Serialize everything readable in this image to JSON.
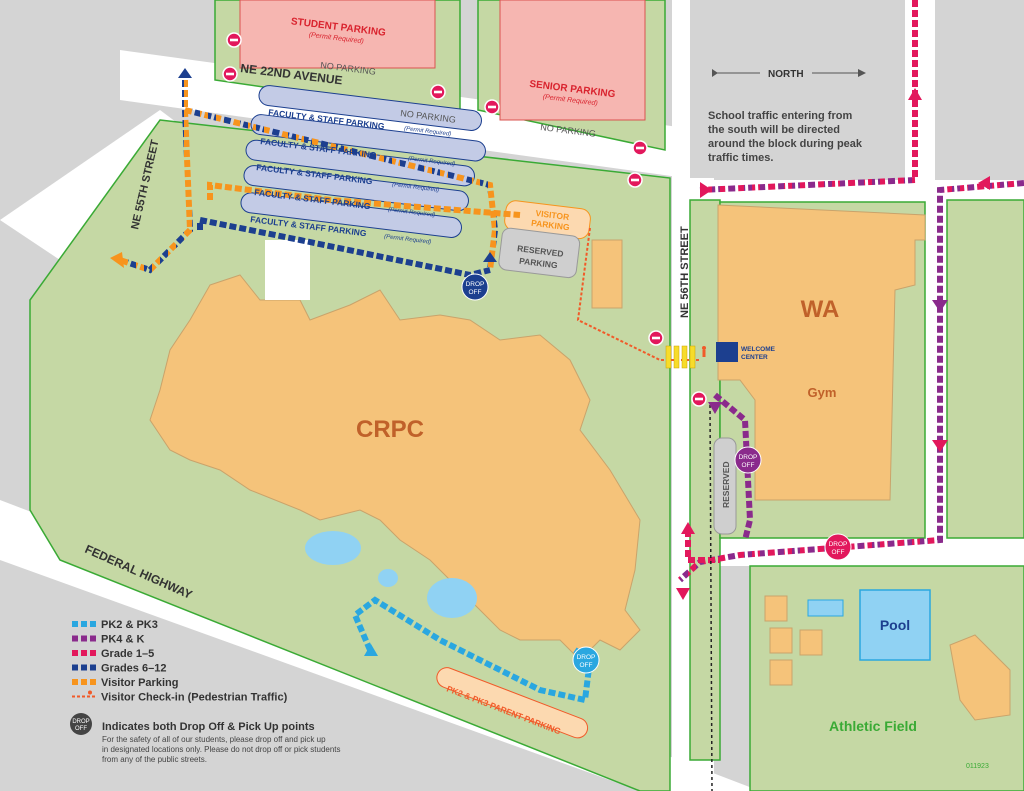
{
  "streets": {
    "ne_22nd": "NE 22ND AVENUE",
    "ne_55th": "NE 55TH STREET",
    "ne_56th": "NE 56TH STREET",
    "federal": "FEDERAL HIGHWAY"
  },
  "no_parking": "NO PARKING",
  "student_parking": {
    "title": "STUDENT PARKING",
    "sub": "(Permit Required)"
  },
  "senior_parking": {
    "title": "SENIOR PARKING",
    "sub": "(Permit Required)"
  },
  "faculty_parking": {
    "label": "FACULTY & STAFF PARKING",
    "sub": "(Permit Required)"
  },
  "visitor_parking": {
    "line1": "VISITOR",
    "line2": "PARKING"
  },
  "reserved_parking": {
    "line1": "RESERVED",
    "line2": "PARKING"
  },
  "reserved": "RESERVED",
  "drop_off": {
    "line1": "DROP",
    "line2": "OFF"
  },
  "north": "NORTH",
  "traffic_note": [
    "School traffic entering from",
    "the south will be directed",
    "around the block during peak",
    "traffic times."
  ],
  "welcome_center": {
    "line1": "WELCOME",
    "line2": "CENTER"
  },
  "buildings": {
    "wa": "WA",
    "gym": "Gym",
    "crpc": "CRPC",
    "pool": "Pool",
    "athletic_field": "Athletic Field"
  },
  "parent_parking": "PK2 & PK3 PARENT PARKING",
  "legend": {
    "items": [
      {
        "label": "PK2 & PK3",
        "color": "#2aa7e0"
      },
      {
        "label": "PK4 & K",
        "color": "#8a2a8c"
      },
      {
        "label": "Grade 1–5",
        "color": "#e2185c"
      },
      {
        "label": "Grades 6–12",
        "color": "#1c3f8f"
      },
      {
        "label": "Visitor Parking",
        "color": "#f7941d"
      },
      {
        "label": "Visitor Check-in (Pedestrian Traffic)",
        "color": "#f15a29"
      }
    ],
    "dropoff_title": "Indicates both Drop Off & Pick Up points",
    "dropoff_note": [
      "For the safety of all of our students, please drop off and pick up",
      "in designated locations only. Please do not drop off or pick students",
      "from any of the public streets."
    ]
  },
  "code": "011923",
  "colors": {
    "grass": "#c5d8a4",
    "building": "#f5c37a",
    "red_lot": "#f6b6b1",
    "blue_lot": "#c3cbe6",
    "road": "#ffffff",
    "block": "#d4d4d4",
    "pool": "#90d2f3"
  }
}
